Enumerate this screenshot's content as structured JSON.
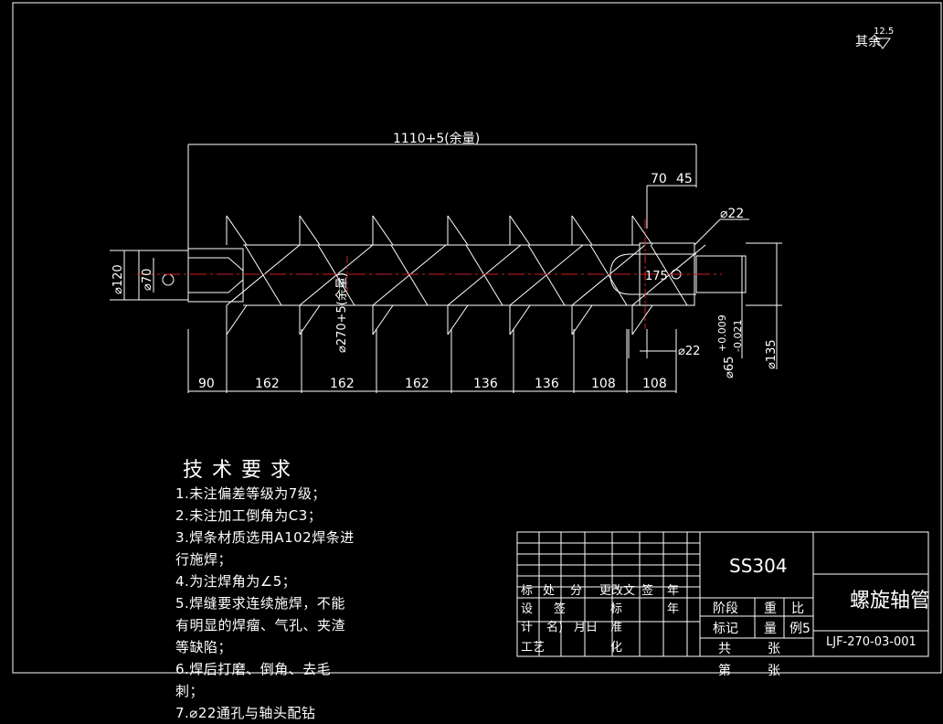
{
  "roughness": {
    "label": "其余",
    "value": "12.5"
  },
  "dims": {
    "overall": "1110+5(余量)",
    "d70_top": "70",
    "d45_top": "45",
    "phi22_top": "⌀22",
    "phi120": "⌀120",
    "phi70": "⌀70",
    "phi270": "⌀270+5(余量)",
    "d175": "175",
    "phi22_bottom": "⌀22",
    "phi65": "⌀65",
    "phi65_tol_up": "+0.009",
    "phi65_tol_dn": "-0.021",
    "phi135": "⌀135",
    "segments": [
      "90",
      "162",
      "162",
      "162",
      "136",
      "136",
      "108",
      "108"
    ]
  },
  "tech": {
    "title": "技术要求",
    "lines": [
      "1.未注偏差等级为7级；",
      "2.未注加工倒角为C3；",
      "3.焊条材质选用A102焊条进行施焊；",
      "4.为注焊角为∠5；",
      "5.焊缝要求连续施焊，不能有明显的焊瘤、气孔、夹渣等缺陷；",
      "6.焊后打磨、倒角、去毛刺；",
      "7.⌀22通孔与轴头配钻"
    ]
  },
  "titleblock": {
    "material": "SS304",
    "part_name": "螺旋轴管",
    "drawing_no": "LJF-270-03-001",
    "labels": {
      "biao": "标",
      "chu": "处",
      "fen": "分",
      "genggai": "更改文",
      "qian": "签",
      "nian": "年",
      "she": "设",
      "ji": "计",
      "qianzi": "签",
      "biaozhun": "标",
      "nianyueri": "年",
      "jieduan": "阶段",
      "biaoji": "标记",
      "zhong": "重",
      "liang": "量",
      "bili": "比",
      "li5": "例5",
      "gong": "共",
      "di": "第",
      "zhang1": "张",
      "zhang2": "张",
      "zhun": "准",
      "hua": "化",
      "ming": "名)",
      "yue": "月日",
      "gongyi": "工艺"
    }
  }
}
